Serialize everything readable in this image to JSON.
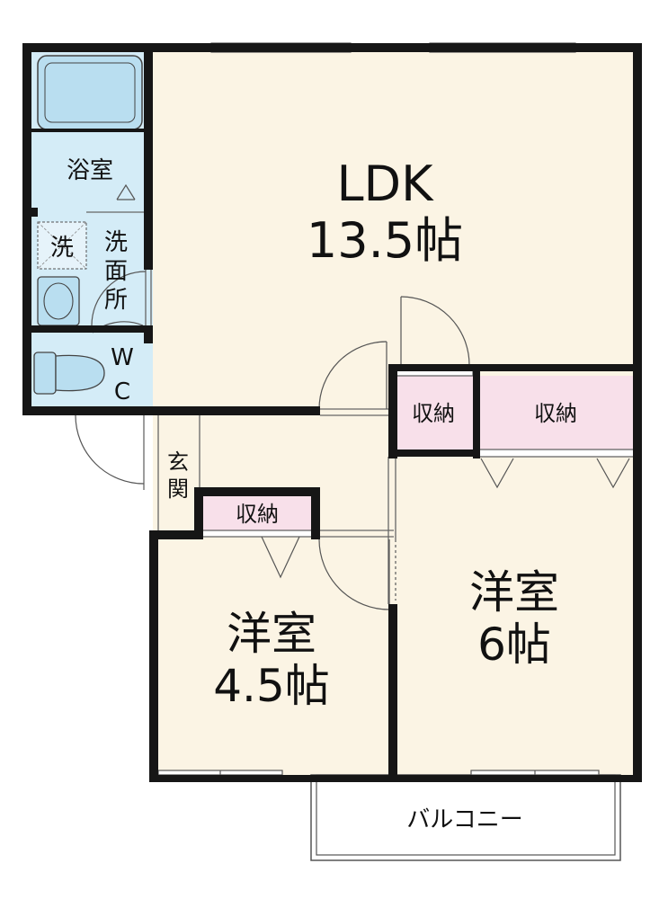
{
  "colors": {
    "wall": "#161616",
    "living_floor": "#fbf4e4",
    "wet_area": "#d4ecf7",
    "storage": "#f8e0ea",
    "fixture": "#b9def0",
    "line": "#555555"
  },
  "rooms": {
    "ldk": {
      "name": "LDK",
      "size": "13.5帖"
    },
    "bath": {
      "name": "浴室"
    },
    "washroom": {
      "chars": [
        "洗",
        "面",
        "所"
      ]
    },
    "washer": {
      "name": "洗"
    },
    "wc": {
      "chars": [
        "W",
        "C"
      ]
    },
    "entrance": {
      "chars": [
        "玄",
        "関"
      ]
    },
    "western_small": {
      "name": "洋室",
      "size": "4.5帖"
    },
    "western_large": {
      "name": "洋室",
      "size": "6帖"
    },
    "storage_ldk": {
      "name": "収納"
    },
    "storage_large": {
      "name": "収納"
    },
    "storage_small": {
      "name": "収納"
    },
    "balcony": {
      "name": "バルコニー"
    }
  }
}
